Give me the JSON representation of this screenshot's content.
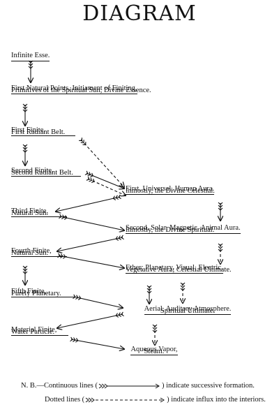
{
  "title": "DIAGRAM",
  "left": {
    "infinite_esse": "Infinite Esse.",
    "first_natural_1": "First Natural Points, Initiament of Finiting,",
    "first_natural_2": "Primitives of the Spiritual Sun, Divine Essence.",
    "first_finite": "First Finite,",
    "first_radiant": "First Radiant Belt.",
    "second_finite": "Second Finite,",
    "second_radiant": "Second Radiant Belt.",
    "third_finite": "Third Finite,",
    "natural_sun_1": "Natural Sun.",
    "fourth_finite": "Fourth Finite,",
    "natural_sun_2": "Natural Sun.",
    "fifth_finite": "Fifth Finite,",
    "purely_planetary": "Purely Planetary.",
    "material_finite": "Material Finite,",
    "water_particle": "Water Particle."
  },
  "right": {
    "human_aura_1": "First, Universal, Human Aura.",
    "human_aura_2": "Inmostly, the Divine Celestial.",
    "animal_aura_1": "Second, Solar, Magnetic, Animal Aura.",
    "animal_aura_2": "Inmostly, the Divine Spiritual.",
    "ether_1": "Ether; Planetary, Visual, Electric,",
    "ether_2": "Vegetative Aura; Celestial Ultimate.",
    "aerial_1": "Aerial, Auditory Atmosphere.",
    "aerial_2": "Spiritual Ultimate.",
    "aqueous_1": "Aqueous Vapor,",
    "aqueous_2": "Steam."
  },
  "legend": {
    "nb_prefix": "N. B.—Continuous lines (",
    "nb_continuous_suffix": ") indicate successive formation.",
    "dotted_prefix": "Dotted lines (",
    "nb_dotted_suffix": ") indicate influx into the interiors."
  }
}
